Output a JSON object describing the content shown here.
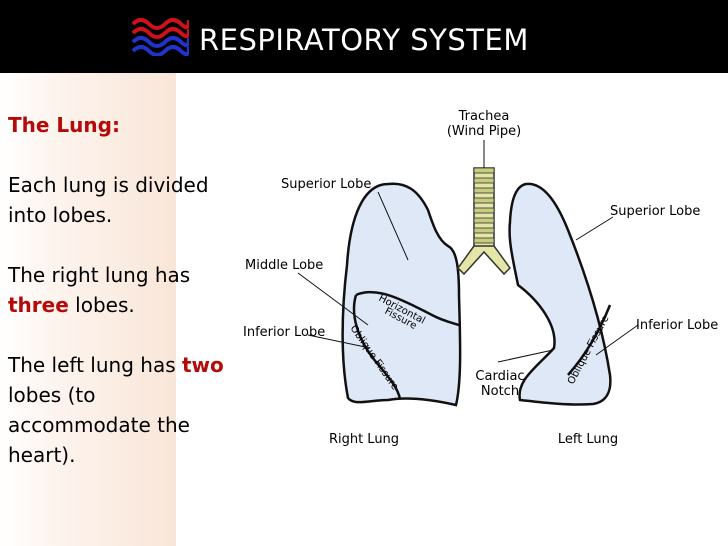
{
  "header": {
    "title": "RESPIRATORY SYSTEM",
    "logo_icon": "red-blue-wave-icon",
    "background": "#000000",
    "logo_colors": [
      "#d0101a",
      "#2233cc"
    ]
  },
  "left_text": {
    "heading": "The Lung:",
    "p1": "Each lung is divided into lobes.",
    "p2_before": "The right lung has",
    "p2_emph": "three",
    "p2_after": "lobes.",
    "p3_before": "The left lung has",
    "p3_emph": "two",
    "p3_after": "lobes (to accommodate the heart).",
    "accent_color": "#b40a0a"
  },
  "diagram": {
    "trachea_line1": "Trachea",
    "trachea_line2": "(Wind Pipe)",
    "right_superior": "Superior Lobe",
    "right_middle": "Middle Lobe",
    "right_inferior": "Inferior Lobe",
    "left_superior": "Superior Lobe",
    "left_inferior": "Inferior Lobe",
    "horizontal_line1": "Horizontal",
    "horizontal_line2": "Fissure",
    "oblique_right": "Oblique Fissure",
    "oblique_left": "Oblique Fissure",
    "cardiac_line1": "Cardiac",
    "cardiac_line2": "Notch",
    "right_lung": "Right Lung",
    "left_lung": "Left Lung",
    "lung_fill": "#dfe8f7",
    "trachea_fill": "#e3e6a6"
  }
}
